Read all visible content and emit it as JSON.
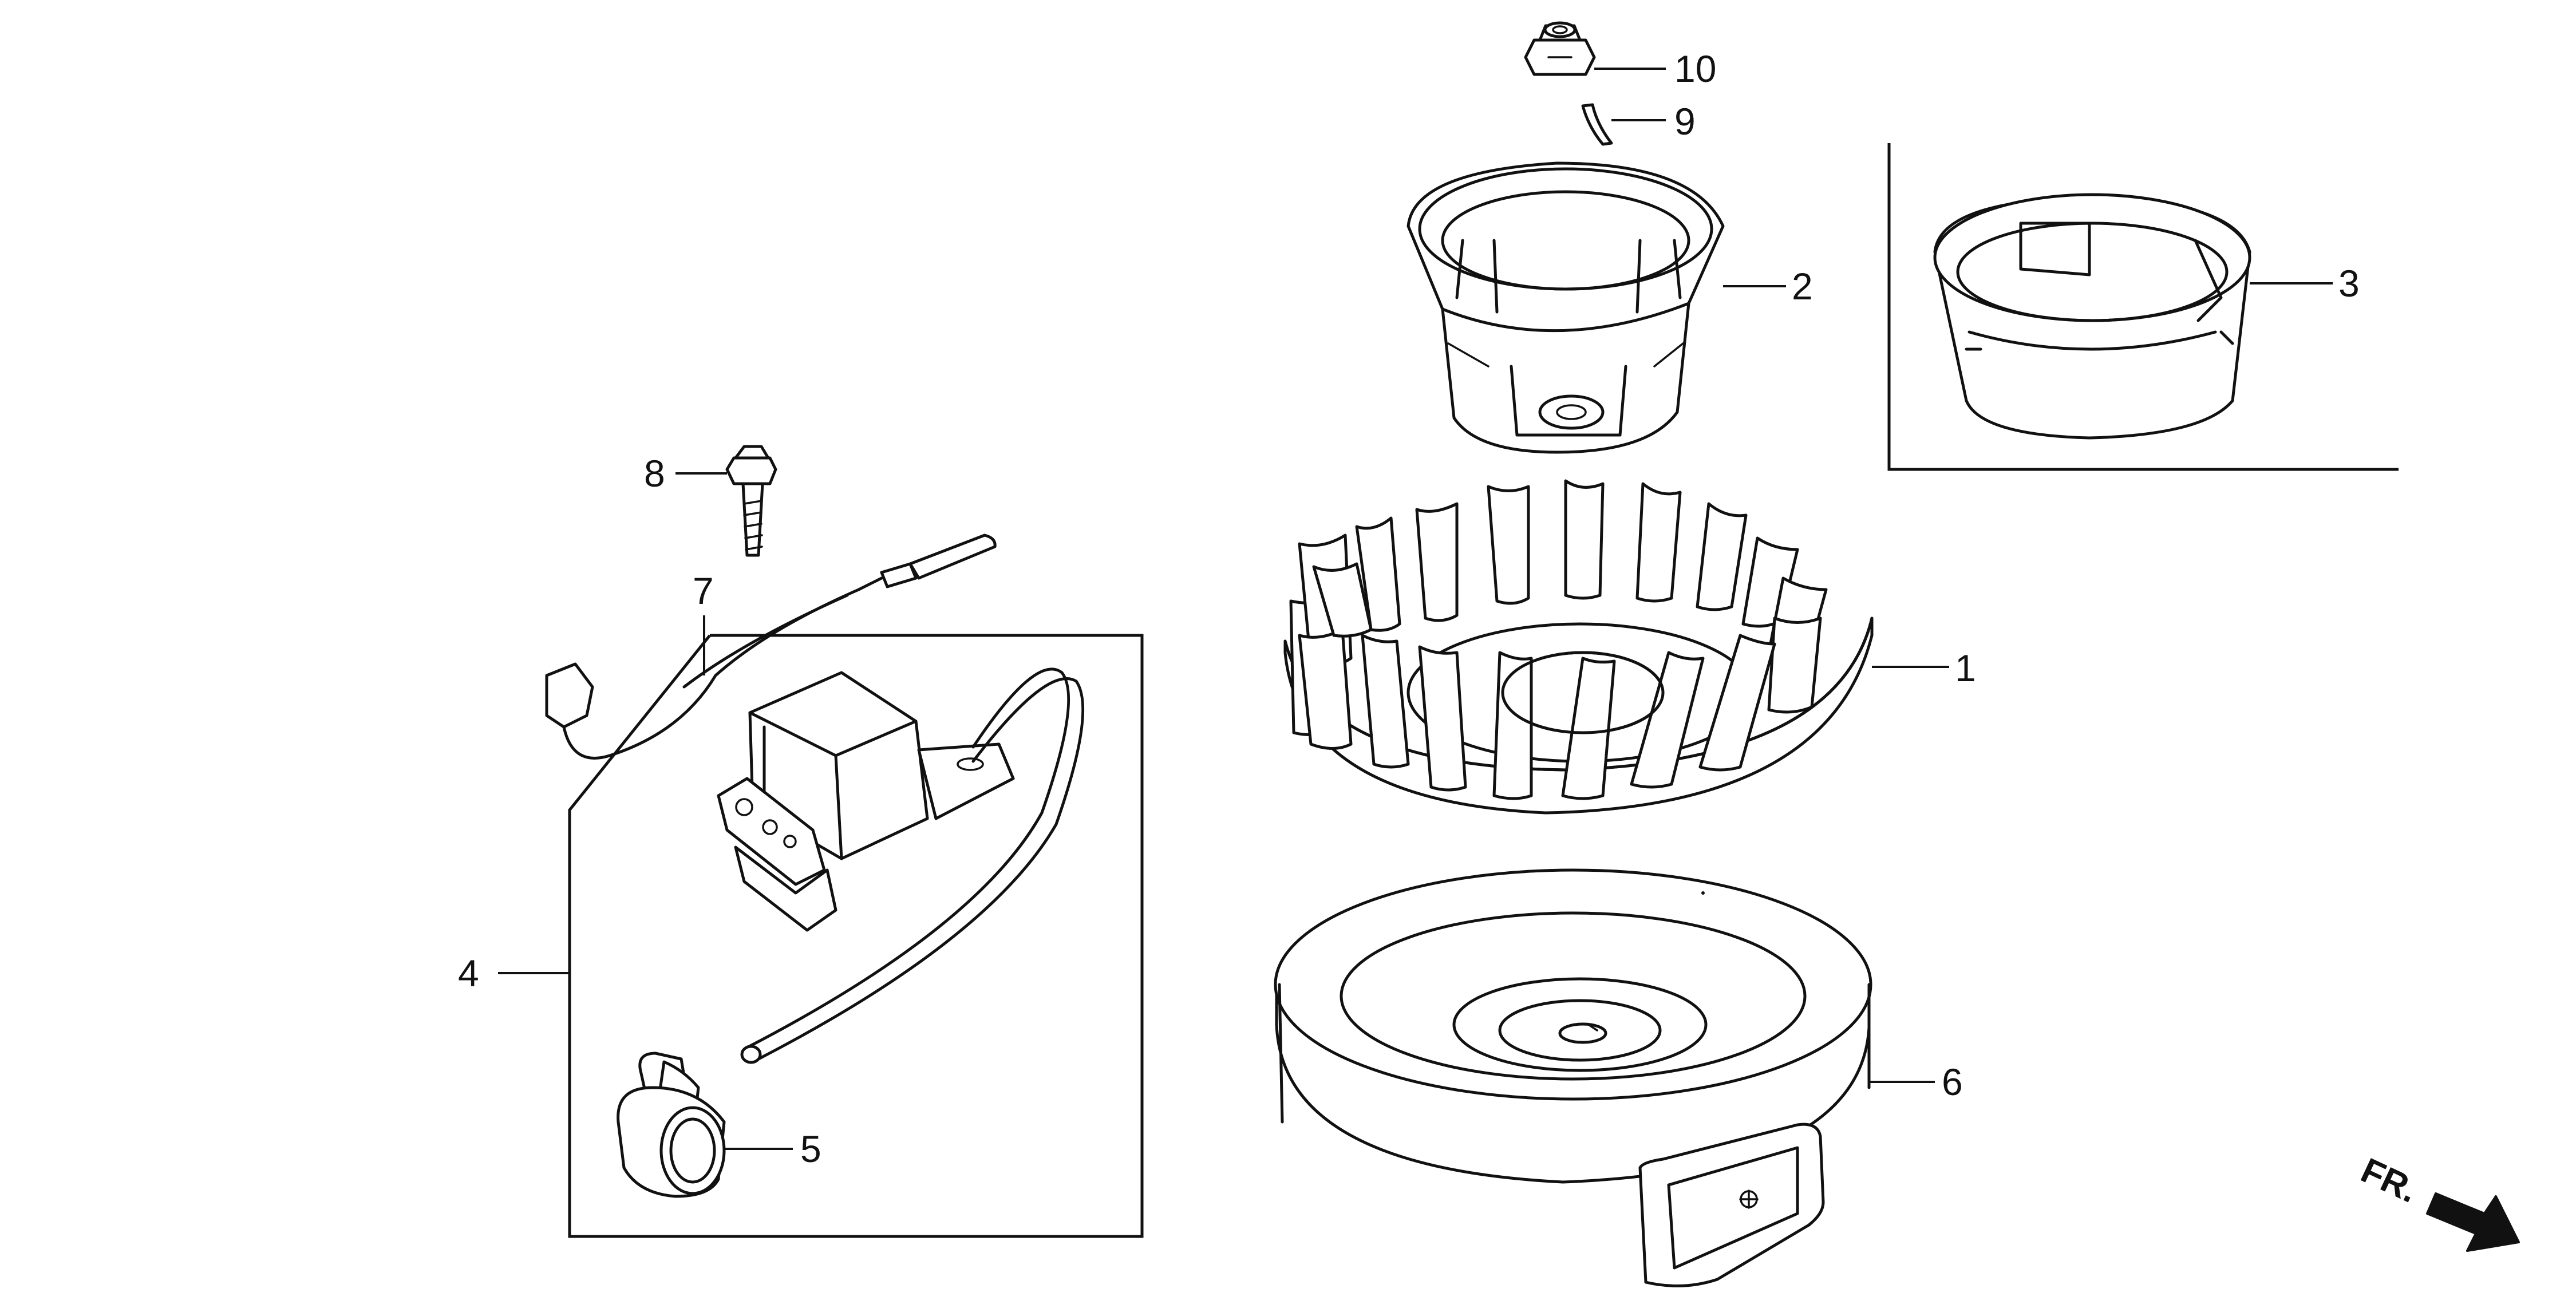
{
  "callouts": {
    "c1": "1",
    "c2": "2",
    "c3": "3",
    "c4": "4",
    "c5": "5",
    "c6": "6",
    "c7": "7",
    "c8": "8",
    "c9": "9",
    "c10": "10"
  },
  "direction_label": "FR.",
  "colors": {
    "line": "#111111",
    "background": "#ffffff"
  }
}
